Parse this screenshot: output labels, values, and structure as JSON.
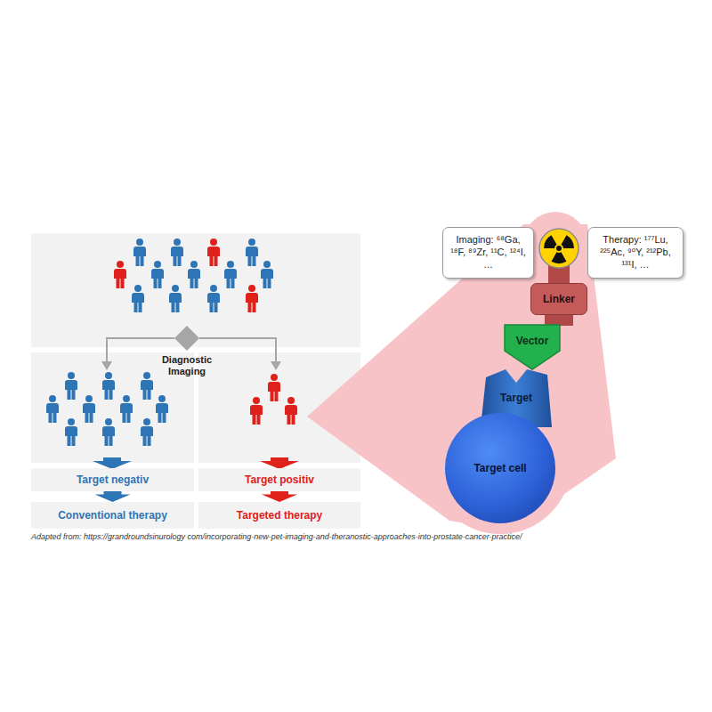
{
  "diagram": {
    "caption": "Adapted from: https://grandroundsinurology com/incorporating-new-pet-imaging-and-theranostic-approaches-into-prostate-cancer-practice/",
    "nodes": [
      {
        "text": [
          "Diagnostic Imaging"
        ]
      },
      {
        "text": [
          "Target negativ"
        ]
      },
      {
        "text": [
          "Conventional therapy"
        ]
      },
      {
        "text": [
          "Target positiv"
        ]
      },
      {
        "text": [
          "Targeted therapy"
        ]
      },
      {
        "text": [
          "Imaging: ⁶⁸Ga, ¹⁸F, ⁸⁹Zr, ¹¹C, ¹²⁴I, …"
        ]
      },
      {
        "text": [
          "Therapy: ¹⁷⁷Lu, ²²⁵Ac, ⁹⁰Y, ²¹²Pb, ¹³¹I, …"
        ]
      },
      {
        "text": [
          "Linker"
        ]
      },
      {
        "text": [
          "Vector"
        ]
      },
      {
        "text": [
          "Target"
        ]
      },
      {
        "text": [
          "Target cell"
        ]
      }
    ],
    "edges": [
      {
        "from": 1,
        "to": 2,
        "arrow": "to"
      },
      {
        "from": 3,
        "to": 4,
        "arrow": "to"
      }
    ]
  }
}
